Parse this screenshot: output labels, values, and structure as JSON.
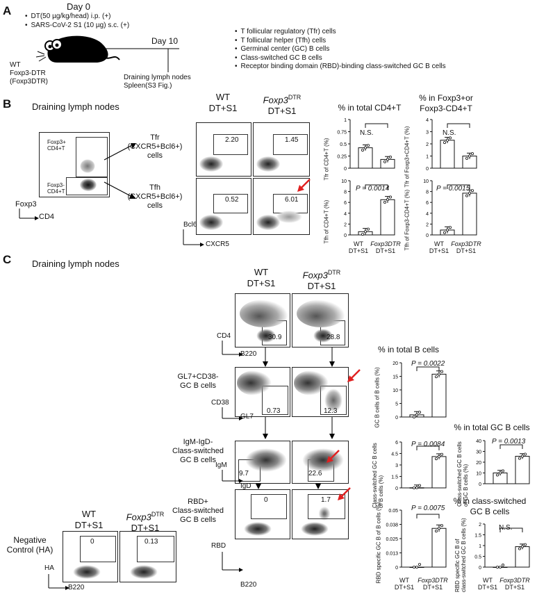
{
  "panelA": {
    "label": "A",
    "day0": "Day 0",
    "bullets_left": [
      "DT(50 µg/kg/head) i.p. (+)",
      "SARS-CoV-2 S1 (10 µg) s.c. (+)"
    ],
    "mouse_label": [
      "WT",
      "Foxp3-DTR",
      "(Foxp3DTR)"
    ],
    "day10": "Day 10",
    "tissues": [
      "Draining lymph nodes",
      "Spleen(S3 Fig.)"
    ],
    "populations": [
      "T follicular regulatory (Tfr) cells",
      "T follicular helper (Tfh) cells",
      "Germinal center (GC) B cells",
      "Class-switched GC B cells",
      "Receptor binding domain (RBD)-binding class-switched GC B cells"
    ]
  },
  "panelB": {
    "label": "B",
    "title": "Draining lymph nodes",
    "col_wt": [
      "WT",
      "DT+S1"
    ],
    "col_ko": [
      "Foxp3",
      "DTR",
      "DT+S1"
    ],
    "gate_foxp3pos": [
      "Foxp3+",
      "CD4+T"
    ],
    "gate_foxp3neg": [
      "Foxp3-",
      "CD4+T"
    ],
    "axis_y": "Foxp3",
    "axis_x": "CD4",
    "row_tfr": [
      "Tfr",
      "(CXCR5+Bcl6+)",
      "cells"
    ],
    "row_tfh": [
      "Tfh",
      "(CXCR5+Bcl6+)",
      "cells"
    ],
    "axis_bcl6": "Bcl6",
    "axis_cxcr5": "CXCR5",
    "tfr_values": [
      "2.20",
      "1.45"
    ],
    "tfh_values": [
      "0.52",
      "6.01"
    ],
    "graph_head1": "% in total CD4+T",
    "graph_head2": [
      "% in Foxp3+or",
      "Foxp3-CD4+T"
    ],
    "ylabel_tfr1": "Tfr of CD4+T (%)",
    "ylabel_tfh1": "Tfh of CD4+T (%)",
    "ylabel_tfr2": "Tfr of Foxp3+CD4+T (%)",
    "ylabel_tfh2": "Tfh of Foxp3-CD4+T (%)",
    "ns": "N.S.",
    "p_tfh1": "P = 0.0014",
    "p_tfh2": "P = 0.0015",
    "xcat_wt": [
      "WT",
      "DT+S1"
    ],
    "xcat_ko": [
      "Foxp3DTR",
      "DT+S1"
    ]
  },
  "panelC": {
    "label": "C",
    "title": "Draining lymph nodes",
    "col_wt": [
      "WT",
      "DT+S1"
    ],
    "col_ko": [
      "Foxp3",
      "DTR",
      "DT+S1"
    ],
    "axis_cd4": "CD4",
    "axis_b220": "B220",
    "b220_values": [
      "30.9",
      "28.8"
    ],
    "row_gc": [
      "GL7+CD38-",
      "GC B cells"
    ],
    "axis_cd38": "CD38",
    "axis_gl7": "GL7",
    "gc_values": [
      "0.73",
      "12.3"
    ],
    "row_cs": [
      "IgM-IgD-",
      "Class-switched",
      "GC B cells"
    ],
    "axis_igm": "IgM",
    "axis_igd": "IgD",
    "cs_values": [
      "9.7",
      "22.6"
    ],
    "row_rbd": [
      "RBD+",
      "Class-switched",
      "GC B cells"
    ],
    "axis_rbd": "RBD",
    "rbd_values": [
      "0",
      "1.7"
    ],
    "neg_ctrl": [
      "Negative",
      "Control (HA)"
    ],
    "axis_ha": "HA",
    "ha_values": [
      "0",
      "0.13"
    ],
    "graph_head1": "% in total B cells",
    "graph_head2": "% in total GC B cells",
    "graph_head3": [
      "% in class-switched",
      "GC B cells"
    ],
    "ylabel_gc": "GC B cells of B cells (%)",
    "ylabel_cs": [
      "Class-switched GC B cells",
      "of B cells (%)"
    ],
    "ylabel_rbd": "RBD specific GC B of B cells (%)",
    "ylabel_cs_gc": [
      "Class-switched GC B cells",
      "of GC B cells (%)"
    ],
    "ylabel_rbd_cs": [
      "RBD specific GC B of",
      "class-switched GC B cells (%)"
    ],
    "p_gc": "P = 0.0022",
    "p_cs": "P = 0.0084",
    "p_rbd": "P = 0.0075",
    "p_cs_gc": "P = 0.0013",
    "ns": "N.S."
  },
  "chart_data": [
    {
      "type": "bar",
      "categories": [
        "WT DT+S1",
        "Foxp3DTR DT+S1"
      ],
      "values": [
        0.42,
        0.18
      ],
      "ylabel": "Tfr of CD4+T (%)",
      "ylim": [
        0,
        1.0
      ]
    },
    {
      "type": "bar",
      "categories": [
        "WT DT+S1",
        "Foxp3DTR DT+S1"
      ],
      "values": [
        0.6,
        6.5
      ],
      "ylabel": "Tfh of CD4+T (%)",
      "ylim": [
        0,
        10
      ]
    },
    {
      "type": "bar",
      "categories": [
        "WT DT+S1",
        "Foxp3DTR DT+S1"
      ],
      "values": [
        2.3,
        1.0
      ],
      "ylabel": "Tfr of Foxp3+CD4+T (%)",
      "ylim": [
        0,
        4
      ]
    },
    {
      "type": "bar",
      "categories": [
        "WT DT+S1",
        "Foxp3DTR DT+S1"
      ],
      "values": [
        0.9,
        7.7
      ],
      "ylabel": "Tfh of Foxp3-CD4+T (%)",
      "ylim": [
        0,
        10
      ]
    },
    {
      "type": "bar",
      "categories": [
        "WT DT+S1",
        "Foxp3DTR DT+S1"
      ],
      "values": [
        0.8,
        15.8
      ],
      "ylabel": "GC B cells of B cells (%)",
      "ylim": [
        0,
        20
      ]
    },
    {
      "type": "bar",
      "categories": [
        "WT DT+S1",
        "Foxp3DTR DT+S1"
      ],
      "values": [
        0.02,
        4.1
      ],
      "ylabel": "Class-switched GC B cells of B cells (%)",
      "ylim": [
        0,
        6
      ]
    },
    {
      "type": "bar",
      "categories": [
        "WT DT+S1",
        "Foxp3DTR DT+S1"
      ],
      "values": [
        0,
        0.034
      ],
      "ylabel": "RBD specific GC B of B cells (%)",
      "ylim": [
        0,
        0.05
      ]
    },
    {
      "type": "bar",
      "categories": [
        "WT DT+S1",
        "Foxp3DTR DT+S1"
      ],
      "values": [
        10.0,
        25.5
      ],
      "ylabel": "Class-switched GC B cells of GC B cells (%)",
      "ylim": [
        0,
        40
      ]
    },
    {
      "type": "bar",
      "categories": [
        "WT DT+S1",
        "Foxp3DTR DT+S1"
      ],
      "values": [
        0,
        0.95
      ],
      "ylabel": "RBD specific GC B of class-switched GC B cells (%)",
      "ylim": [
        0,
        2.0
      ]
    }
  ]
}
